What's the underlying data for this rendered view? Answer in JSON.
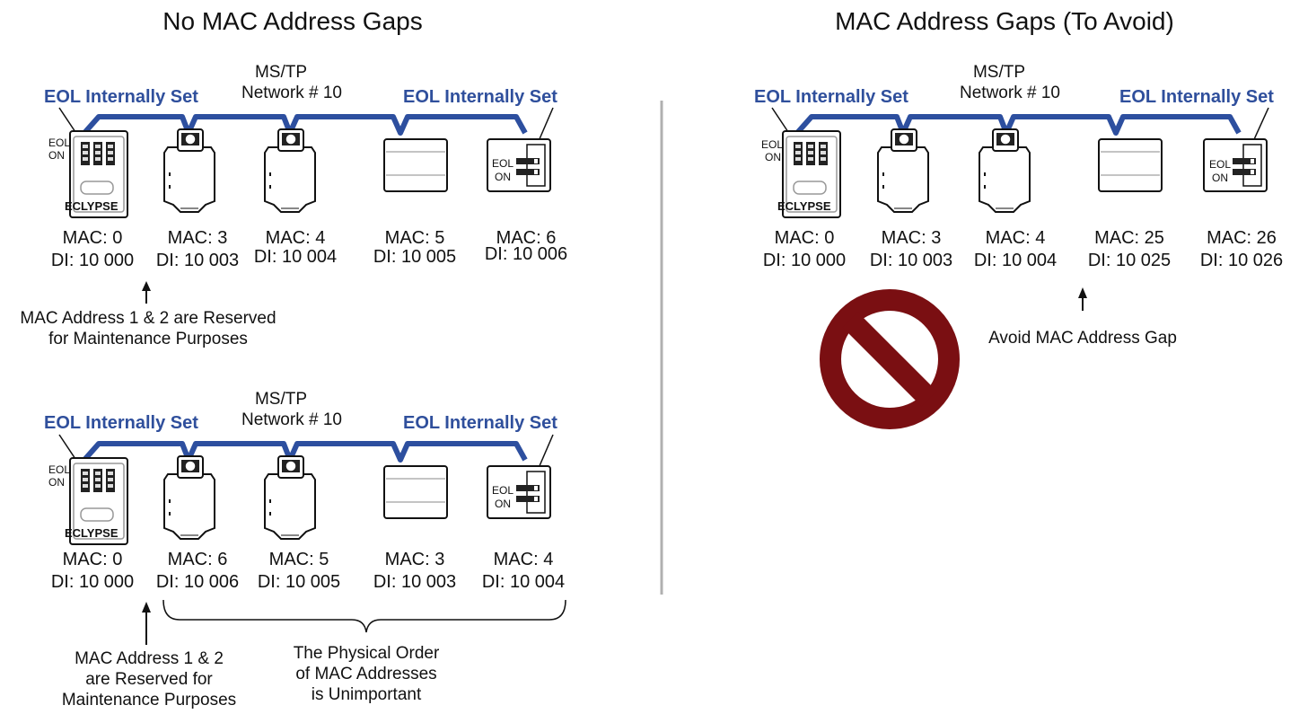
{
  "left": {
    "title": "No MAC Address Gaps",
    "diagram1": {
      "network": [
        "MS/TP",
        "Network # 10"
      ],
      "eol_left": "EOL Internally Set",
      "eol_right": "EOL Internally Set",
      "devices": [
        {
          "mac": "MAC: 0",
          "di": "DI: 10 000"
        },
        {
          "mac": "MAC: 3",
          "di": "DI: 10 003"
        },
        {
          "mac": "MAC: 4",
          "di": "DI: 10 004"
        },
        {
          "mac": "MAC: 5",
          "di": "DI: 10 005"
        },
        {
          "mac": "MAC: 6",
          "di": "DI: 10 006"
        }
      ],
      "note": [
        "MAC Address 1 & 2 are Reserved",
        "for Maintenance Purposes"
      ]
    },
    "diagram2": {
      "network": [
        "MS/TP",
        "Network # 10"
      ],
      "eol_left": "EOL Internally Set",
      "eol_right": "EOL Internally Set",
      "devices": [
        {
          "mac": "MAC: 0",
          "di": "DI: 10 000"
        },
        {
          "mac": "MAC: 6",
          "di": "DI: 10 006"
        },
        {
          "mac": "MAC: 5",
          "di": "DI: 10 005"
        },
        {
          "mac": "MAC: 3",
          "di": "DI: 10 003"
        },
        {
          "mac": "MAC: 4",
          "di": "DI: 10 004"
        }
      ],
      "note": [
        "MAC Address 1 & 2",
        "are Reserved for",
        "Maintenance Purposes"
      ],
      "brace_note": [
        "The Physical Order",
        "of MAC Addresses",
        "is Unimportant"
      ]
    }
  },
  "right": {
    "title": "MAC Address Gaps (To Avoid)",
    "network": [
      "MS/TP",
      "Network # 10"
    ],
    "eol_left": "EOL Internally Set",
    "eol_right": "EOL Internally Set",
    "devices": [
      {
        "mac": "MAC: 0",
        "di": "DI: 10 000"
      },
      {
        "mac": "MAC: 3",
        "di": "DI: 10 003"
      },
      {
        "mac": "MAC: 4",
        "di": "DI: 10 004"
      },
      {
        "mac": "MAC: 25",
        "di": "DI: 10 025"
      },
      {
        "mac": "MAC: 26",
        "di": "DI: 10 026"
      }
    ],
    "note": "Avoid MAC Address Gap"
  },
  "device_text": {
    "eol": "EOL",
    "on": "ON",
    "brand": "ECLYPSE"
  },
  "colors": {
    "wire": "#2d4f9f",
    "eol_label": "#2f4f9c",
    "prohibit": "#7a0f12",
    "divider": "#b0b0b0"
  },
  "icons": [
    "controller-device-icon",
    "vav-device-icon",
    "io-module-icon",
    "terminal-device-icon",
    "prohibited-icon",
    "arrow-up-icon"
  ]
}
